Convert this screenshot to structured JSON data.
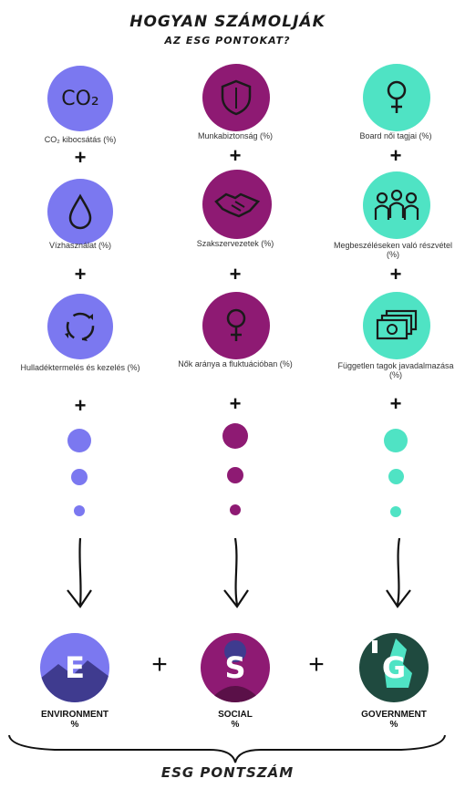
{
  "title": "HOGYAN SZÁMOLJÁK",
  "subtitle": "AZ ESG PONTOKAT?",
  "plus": "+",
  "environment": {
    "items": [
      "CO₂ kibocsátás (%)",
      "Vízhasználat (%)",
      "Hulladéktermelés és kezelés (%)"
    ],
    "icon_text": "CO₂",
    "letter": "E",
    "label": "ENVIRONMENT",
    "unit": "%"
  },
  "social": {
    "items": [
      "Munkabiztonság (%)",
      "Szakszervezetek (%)",
      "Nők aránya a fluktuációban (%)"
    ],
    "letter": "S",
    "label": "SOCIAL",
    "unit": "%"
  },
  "government": {
    "items": [
      "Board női tagjai (%)",
      "Megbeszéléseken való részvétel (%)",
      "Független tagok javadalmazása (%)"
    ],
    "letter": "G",
    "label": "GOVERNMENT",
    "unit": "%"
  },
  "footer": "ESG PONTSZÁM",
  "colors": {
    "environment": "#7b78f0",
    "social": "#8e1a73",
    "government": "#4fe3c4"
  }
}
